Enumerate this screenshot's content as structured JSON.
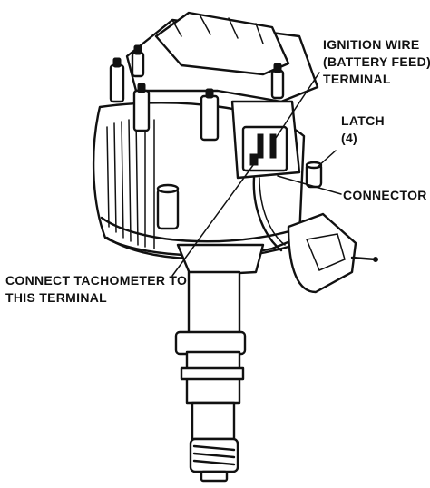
{
  "labels": {
    "ignition_wire_line1": "IGNITION WIRE",
    "ignition_wire_line2": "(BATTERY FEED)",
    "ignition_wire_line3": "TERMINAL",
    "latch_line1": "LATCH",
    "latch_line2": "(4)",
    "connector": "CONNECTOR",
    "tachometer_line1": "CONNECT TACHOMETER TO",
    "tachometer_line2": "THIS TERMINAL"
  }
}
